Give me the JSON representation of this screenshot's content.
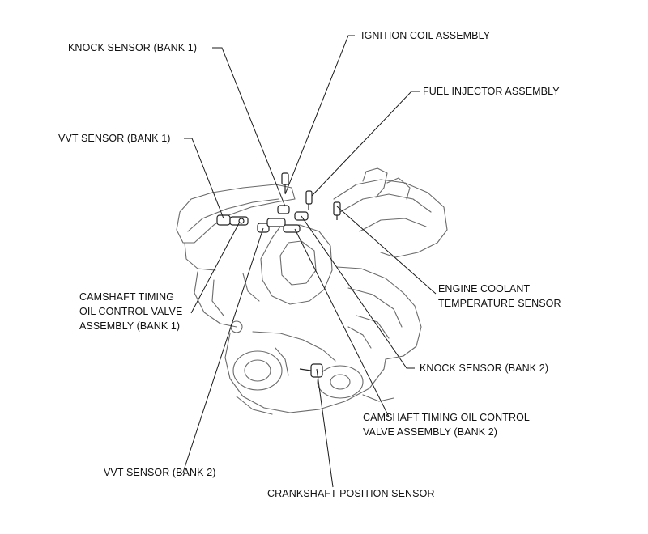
{
  "labels": {
    "knock_sensor_bank1": "KNOCK SENSOR (BANK 1)",
    "ignition_coil": "IGNITION COIL ASSEMBLY",
    "fuel_injector": "FUEL INJECTOR ASSEMBLY",
    "vvt_sensor_bank1": "VVT SENSOR (BANK 1)",
    "camshaft_ocv_bank1": [
      "CAMSHAFT TIMING",
      "OIL CONTROL VALVE",
      "ASSEMBLY (BANK 1)"
    ],
    "engine_coolant_temp": [
      "ENGINE COOLANT",
      "TEMPERATURE SENSOR"
    ],
    "knock_sensor_bank2": "KNOCK SENSOR (BANK 2)",
    "camshaft_ocv_bank2": [
      "CAMSHAFT TIMING OIL CONTROL",
      "VALVE ASSEMBLY (BANK 2)"
    ],
    "vvt_sensor_bank2": "VVT SENSOR (BANK 2)",
    "crankshaft_position": "CRANKSHAFT POSITION SENSOR"
  },
  "colors": {
    "line": "#1a1a1a",
    "engine_outline": "#6a6a6a",
    "background": "#ffffff"
  }
}
